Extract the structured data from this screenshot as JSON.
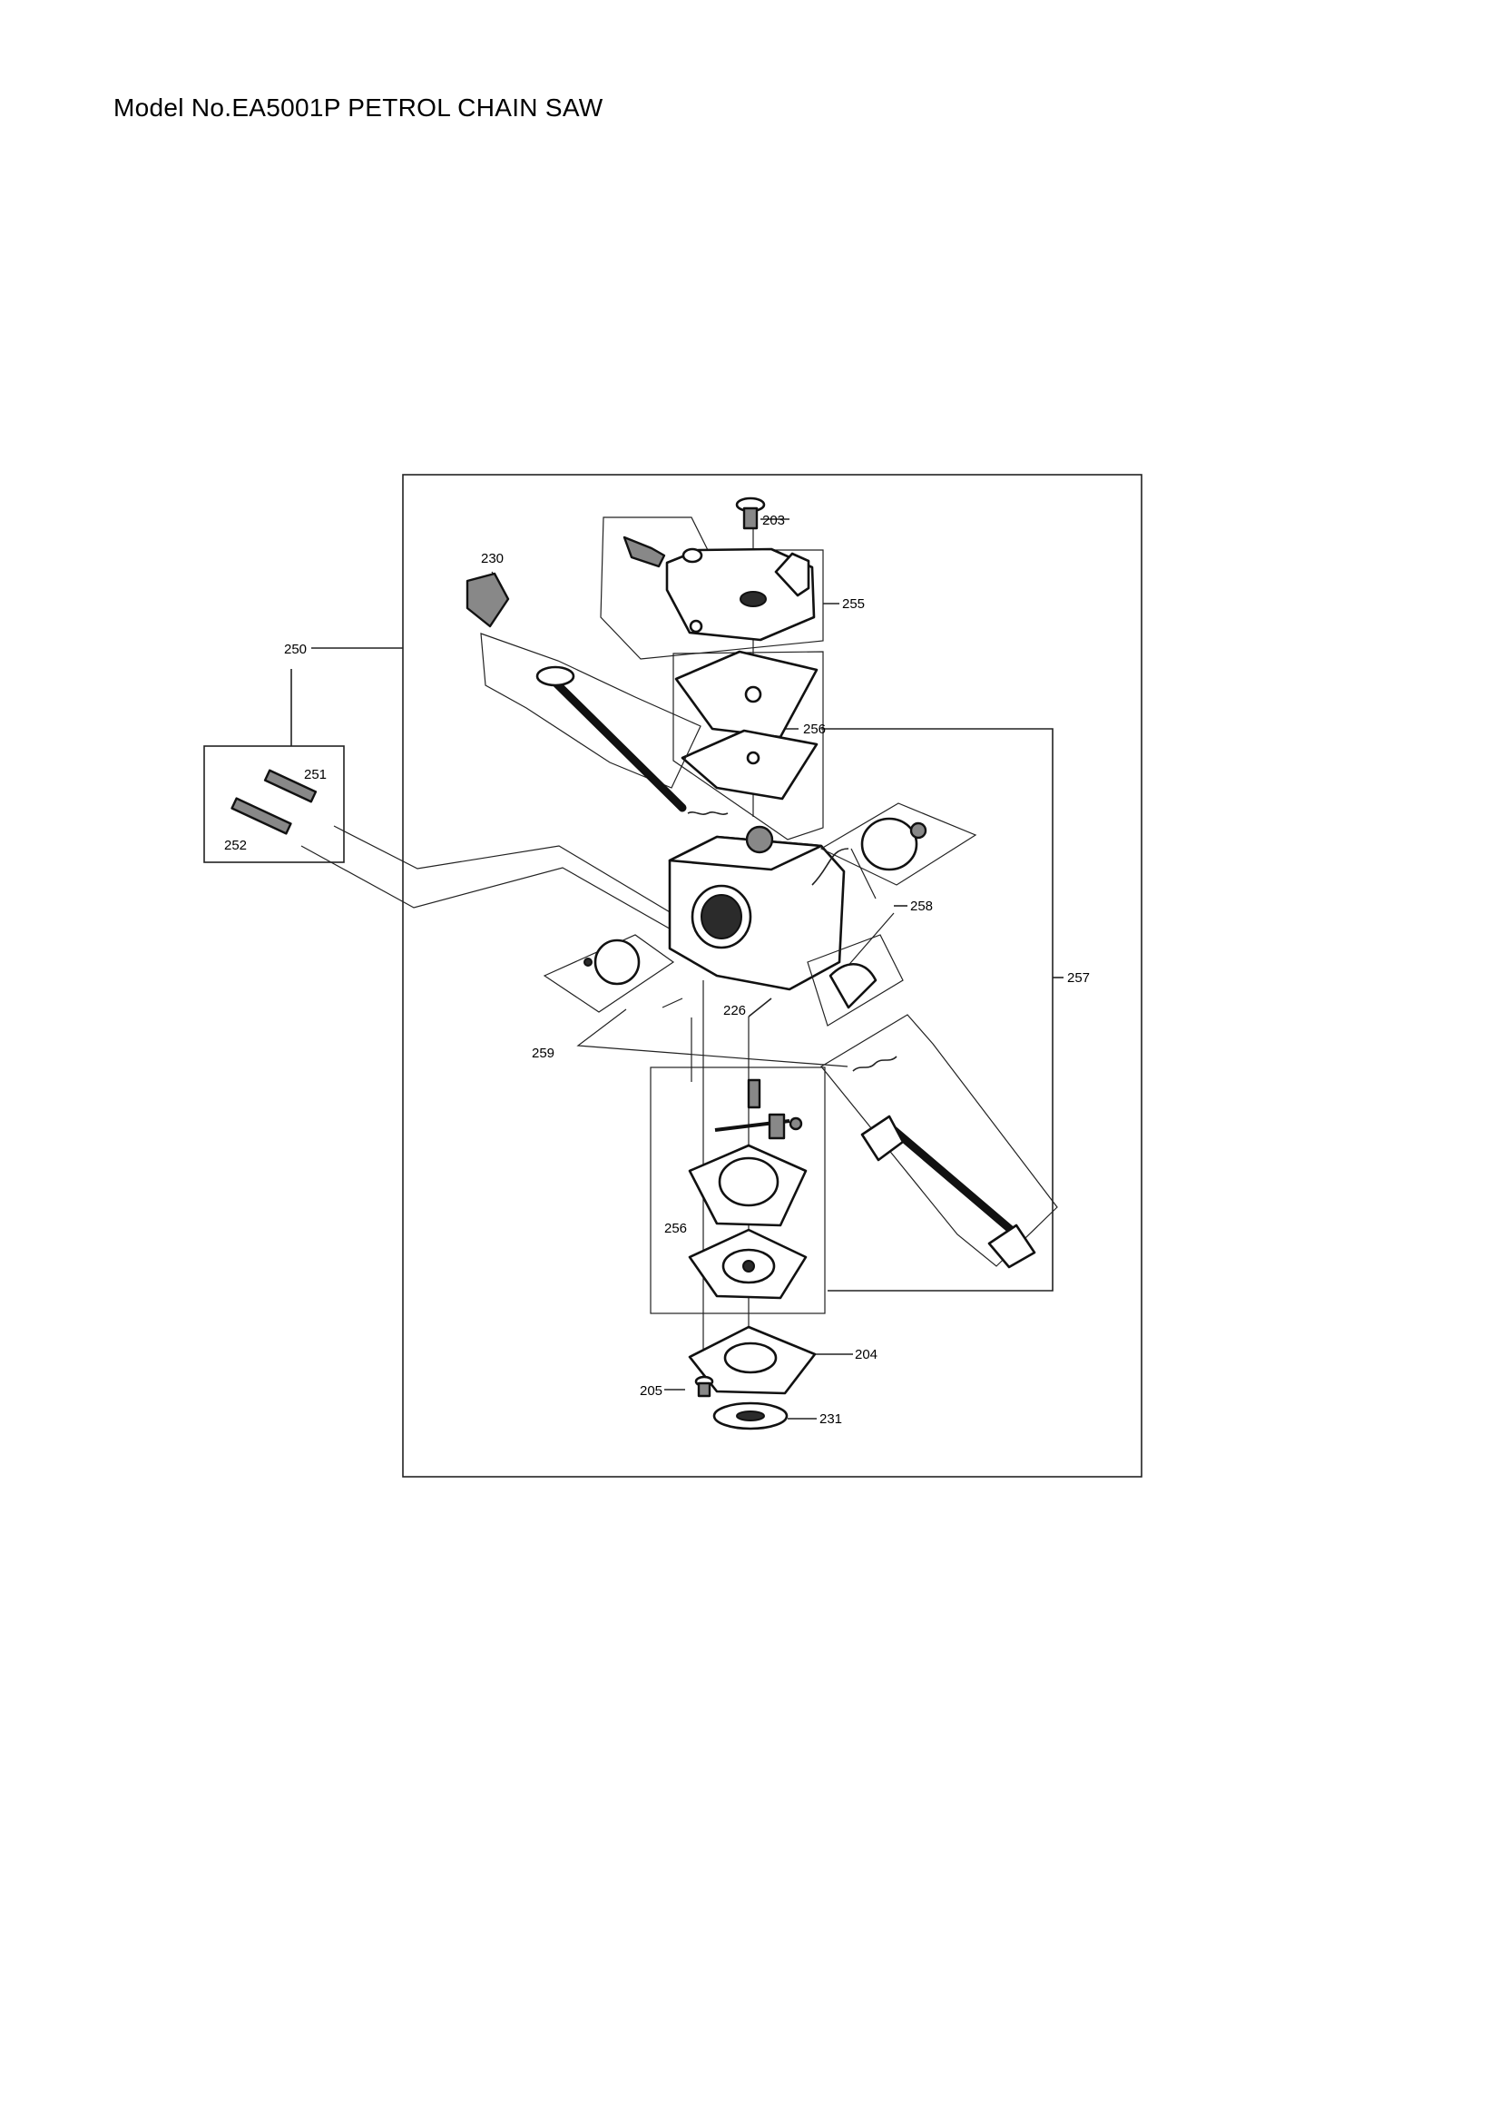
{
  "title": "Model No.EA5001P PETROL CHAIN SAW",
  "callouts": {
    "c203": "203",
    "c230": "230",
    "c255": "255",
    "c250": "250",
    "c256a": "256",
    "c251": "251",
    "c252": "252",
    "c258": "258",
    "c257": "257",
    "c226": "226",
    "c259": "259",
    "c256b": "256",
    "c204": "204",
    "c205": "205",
    "c231": "231"
  }
}
